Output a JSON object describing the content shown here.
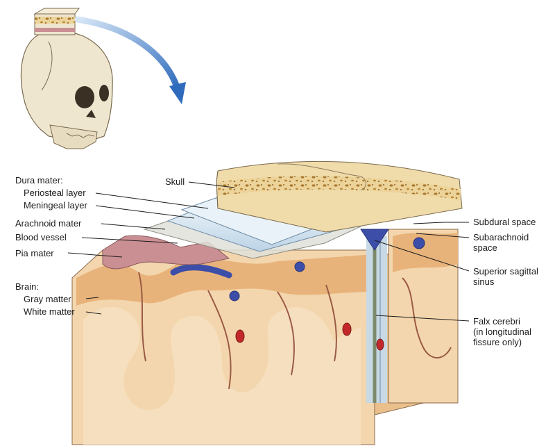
{
  "labels": {
    "dura_mater": "Dura mater:",
    "periosteal_layer": "Periosteal layer",
    "meningeal_layer": "Meningeal layer",
    "arachnoid_mater": "Arachnoid mater",
    "blood_vessel": "Blood vessel",
    "pia_mater": "Pia mater",
    "brain": "Brain:",
    "gray_matter": "Gray matter",
    "white_matter": "White matter",
    "skull": "Skull",
    "subdural_space": "Subdural space",
    "subarachnoid_space": "Subarachnoid\nspace",
    "superior_sagittal_sinus": "Superior sagittal\nsinus",
    "falx_cerebri": "Falx cerebri\n(in longitudinal\nfissure only)"
  },
  "colors": {
    "brain_tan": "#f2d2a4",
    "gray_matter_tan": "#e7b680",
    "sulcus_brown": "#9a5a45",
    "pia_pink": "#c98f93",
    "vein_blue": "#3d4ea8",
    "artery_red": "#c2282a",
    "bone": "#f0dcaa",
    "bone_spongy": "#d8ae5e",
    "dura_blue": "#cfe0ee",
    "arrow_blue": "#3b78c8"
  }
}
